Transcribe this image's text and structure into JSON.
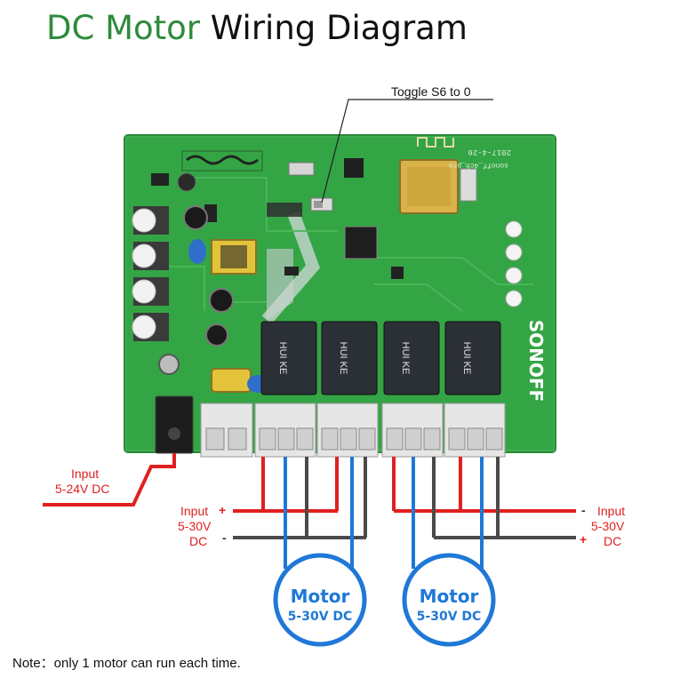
{
  "title": {
    "part1": "DC Motor",
    "part2": "Wiring Diagram"
  },
  "callout": {
    "toggle": "Toggle S6 to 0"
  },
  "board": {
    "brand": "SONOFF",
    "silkscreen_date": "2017-4-26",
    "silkscreen_name": "sonoff_4ch_pro",
    "relay_brand": "HUI KE"
  },
  "left_power": {
    "line1": "Input",
    "line2": "5-24V  DC"
  },
  "left_supply": {
    "input": "Input",
    "plus": "+",
    "voltage": "5-30V",
    "dc": "DC",
    "minus": "-"
  },
  "right_supply": {
    "input": "Input",
    "minus": "-",
    "voltage": "5-30V",
    "dc": "DC",
    "plus": "+"
  },
  "motors": [
    {
      "title": "Motor",
      "spec": "5-30V DC"
    },
    {
      "title": "Motor",
      "spec": "5-30V DC"
    }
  ],
  "note": "Note：only 1 motor can run each time.",
  "colors": {
    "title_green": "#2e8b3a",
    "board_green": "#34a545",
    "wire_red": "#e02020",
    "wire_gray": "#4a4a4a",
    "wire_blue": "#1f78d6",
    "motor_blue": "#1f78d6"
  }
}
